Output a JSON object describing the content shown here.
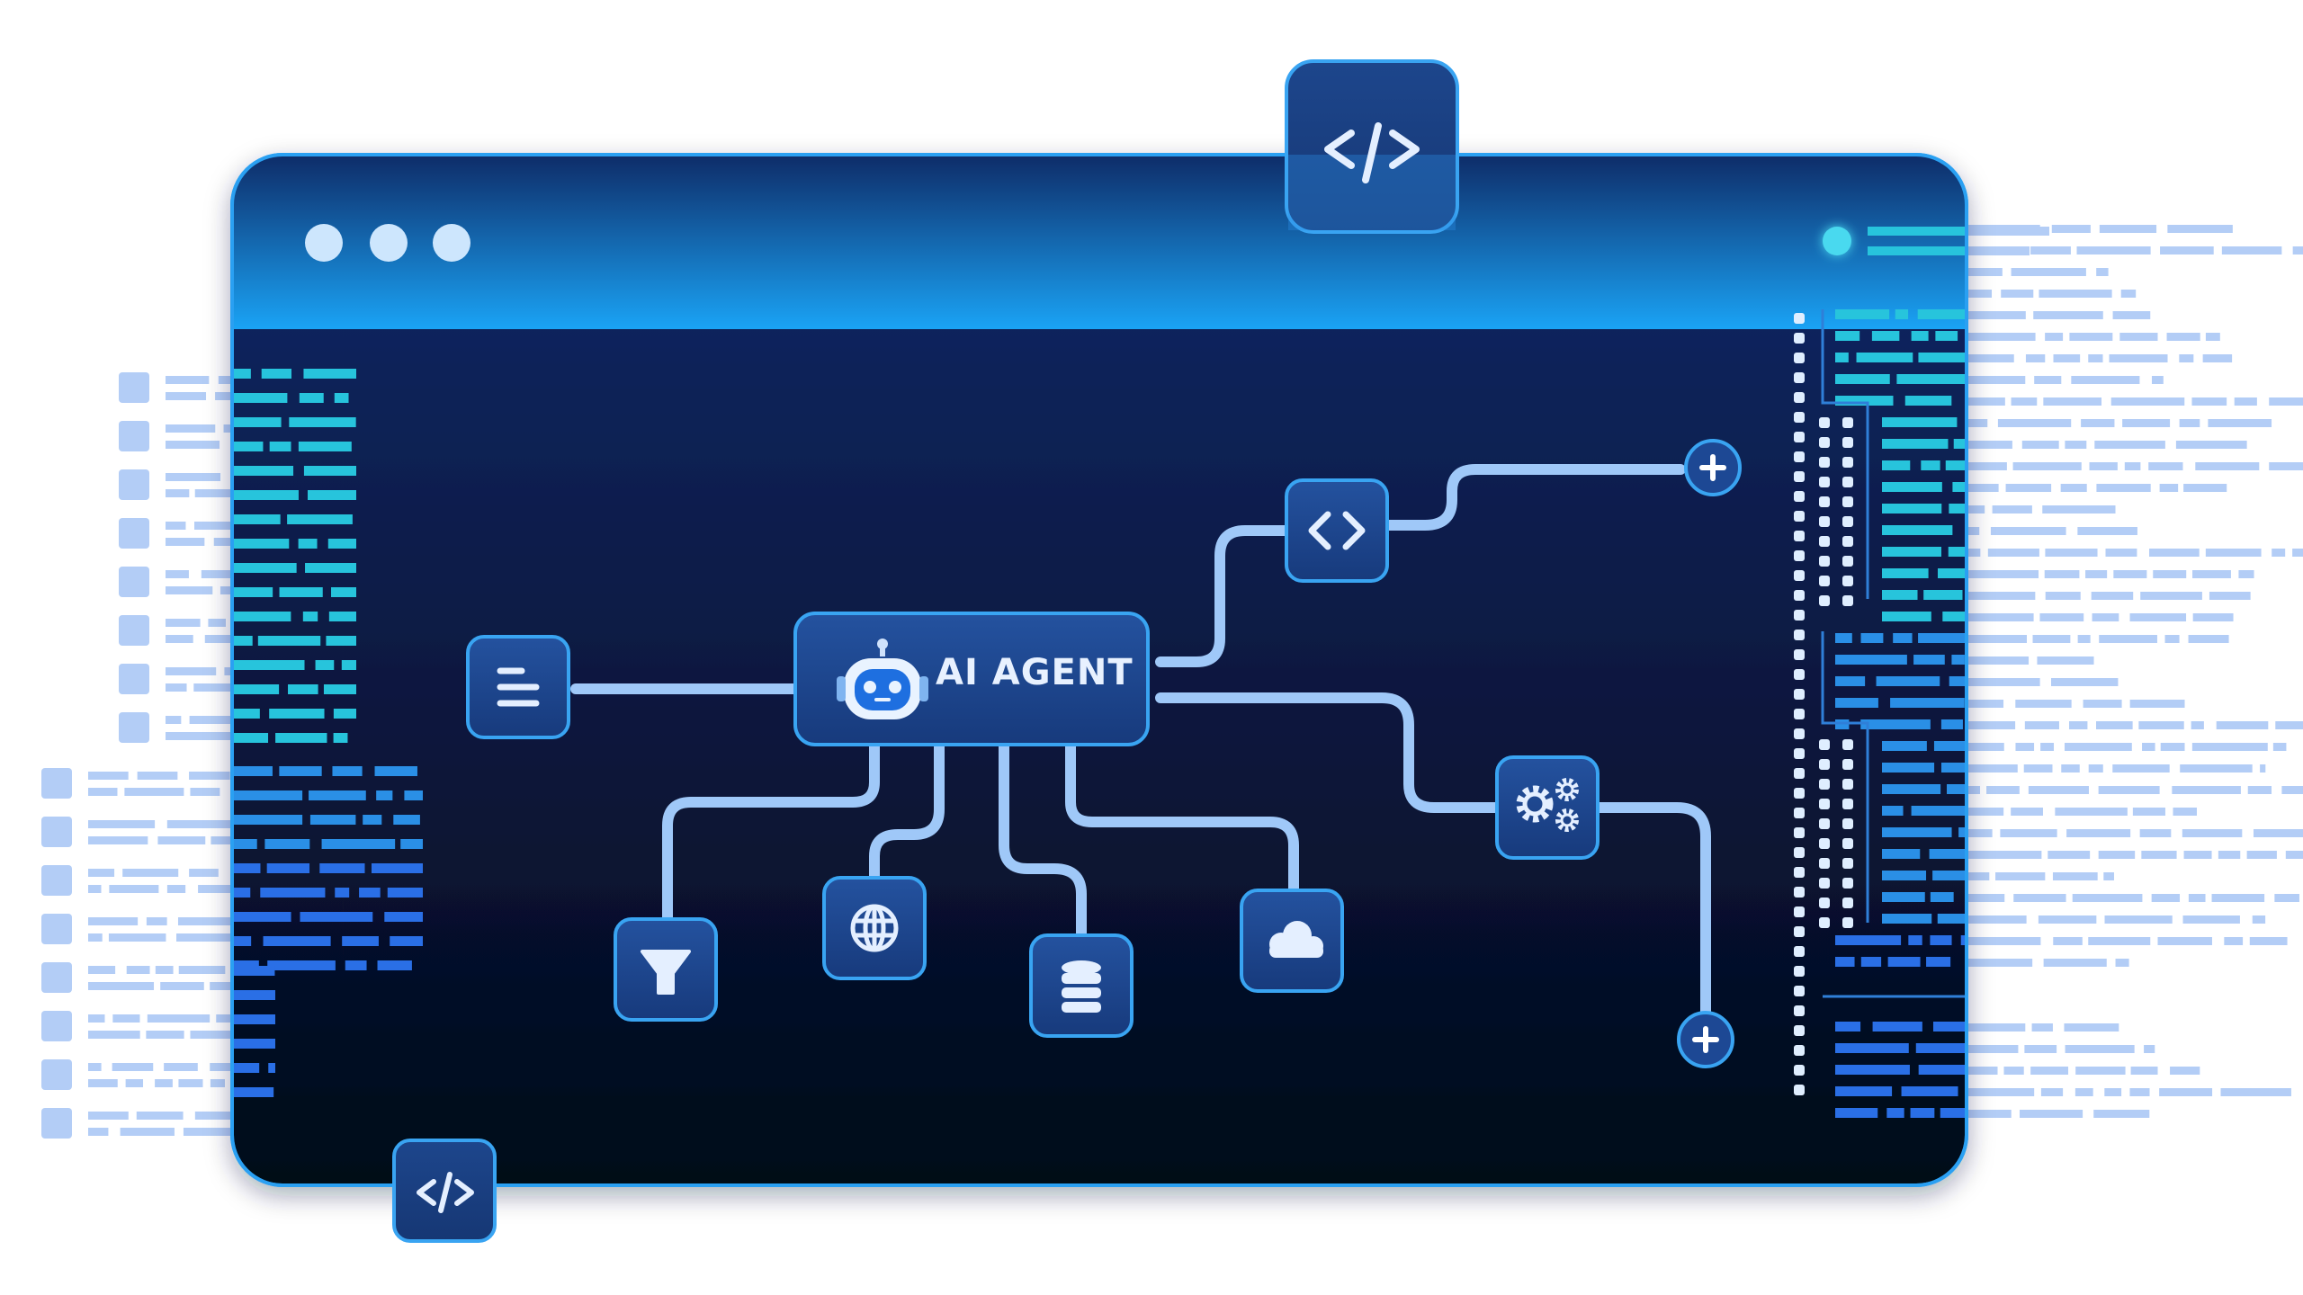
{
  "window": {
    "controls": [
      "dot",
      "dot",
      "dot"
    ],
    "status_indicator": "online-dot"
  },
  "diagram": {
    "center_node": {
      "label": "AI AGENT",
      "icon": "robot-icon"
    },
    "nodes": [
      {
        "id": "text-node",
        "icon": "text-lines-icon"
      },
      {
        "id": "code-node",
        "icon": "code-brackets-icon"
      },
      {
        "id": "settings-node",
        "icon": "gears-icon"
      },
      {
        "id": "filter-node",
        "icon": "filter-icon"
      },
      {
        "id": "web-node",
        "icon": "globe-icon"
      },
      {
        "id": "database-node",
        "icon": "database-icon"
      },
      {
        "id": "cloud-node",
        "icon": "cloud-icon"
      },
      {
        "id": "add-top",
        "icon": "plus-icon"
      },
      {
        "id": "add-bottom",
        "icon": "plus-icon"
      }
    ],
    "edges": [
      [
        "ai-agent",
        "text-node"
      ],
      [
        "ai-agent",
        "code-node"
      ],
      [
        "code-node",
        "add-top"
      ],
      [
        "ai-agent",
        "settings-node"
      ],
      [
        "settings-node",
        "add-bottom"
      ],
      [
        "ai-agent",
        "filter-node"
      ],
      [
        "ai-agent",
        "web-node"
      ],
      [
        "ai-agent",
        "database-node"
      ],
      [
        "ai-agent",
        "cloud-node"
      ]
    ]
  },
  "badges": [
    {
      "id": "code-badge-top",
      "icon": "code-slash-icon"
    },
    {
      "id": "code-badge-bottom",
      "icon": "code-slash-icon"
    }
  ],
  "colors": {
    "titlebar_top": "#0e2c68",
    "titlebar_bottom": "#1aa3f5",
    "body_top": "#112a6a",
    "body_bottom": "#030818",
    "node_fill": "#1d4894",
    "node_stroke": "#39a4f2",
    "connector": "#9fc8f8",
    "code_cyan": "#27c4dc",
    "code_blue": "#2a6fe6",
    "code_light": "#b3cdf6",
    "dot_cyan": "#4ad9ef"
  }
}
